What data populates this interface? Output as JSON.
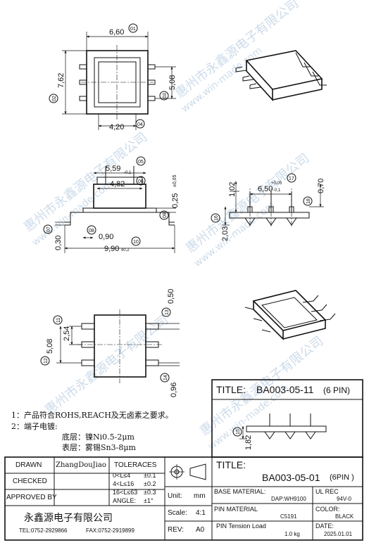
{
  "watermark": {
    "cn": "惠州市永鑫源电子有限公司",
    "url": "www.win-made.com"
  },
  "view_top": {
    "dim_width": "6,60",
    "callout_width": "01",
    "dim_height": "7,62",
    "callout_height": "02",
    "dim_inner": "5,08",
    "callout_inner": "03",
    "dim_bottom": "4,20",
    "callout_bottom": "04"
  },
  "view_side": {
    "dim_a": "5,59",
    "dim_a_tol": "-0,1",
    "callout_a": "05",
    "dim_b": "4,82",
    "callout_b": "06",
    "dim_thick": "0,25",
    "dim_thick_tol": "±0,05",
    "callout_thick": "09",
    "dim_foot": "0,30",
    "callout_foot": "07",
    "dim_lead": "0,90",
    "callout_lead": "08",
    "dim_total": "9,90",
    "dim_total_tol": "±0,2",
    "callout_total": "10"
  },
  "view_end": {
    "dim_top": "1,02",
    "dim_pitch": "6,50",
    "dim_pitch_tol_plus": "+0,05",
    "dim_pitch_tol_minus": "-0,1",
    "callout_pitch": "17",
    "dim_right": "0,70",
    "callout_right": "18",
    "dim_height": "2,03",
    "callout_height": "16"
  },
  "view_bottom": {
    "dim_pin": "0,50",
    "callout_pin": "13",
    "dim_pitch": "2,54",
    "callout_pitch": "11",
    "dim_span": "5,08",
    "callout_span": "12",
    "dim_lead": "0,96",
    "callout_lead": "14"
  },
  "notes": [
    "1：产品符合ROHS,REACH及无卤素之要求。",
    "2：端子电镀:",
    "底层：镍Ni0.5-2μm",
    "表层：雾锡Sn3-8μm"
  ],
  "variant_box": {
    "title_label": "TITLE:",
    "title_value": "BA003-05-11",
    "pins": "(6 PIN)",
    "dim_height": "1,82",
    "callout_height": "15"
  },
  "title_block": {
    "drawn_label": "DRAWN",
    "drawn_value": "ZhangDouJiao",
    "checked_label": "CHECKED",
    "approved_label": "APPROVED BY",
    "tolerances_label": "TOLERACES",
    "tolerances": [
      {
        "range": "0<L≤4",
        "value": "±0.1"
      },
      {
        "range": "4<L≤16",
        "value": "±0.2"
      },
      {
        "range": "16<L≤63",
        "value": "±0.3"
      },
      {
        "range": "ANGLE:",
        "value": "±1°"
      }
    ],
    "unit_label": "Unit:",
    "unit_value": "mm",
    "scale_label": "Scale:",
    "scale_value": "4:1",
    "rev_label": "REV:",
    "rev_value": "A0",
    "title_label": "TITLE:",
    "title_value": "BA003-05-01",
    "title_pins": "(6PIN )",
    "base_material_label": "BASE MATERIAL:",
    "base_material_value": "DAP:WH9100",
    "ul_rec_label": "UL REC",
    "ul_rec_value": "94V-0",
    "pin_material_label": "PIN MATERIAL",
    "pin_material_value": "C5191",
    "color_label": "COLOR:",
    "color_value": "BLACK",
    "pin_tension_label": "PIN Tension Load",
    "pin_tension_value": "1.0 kg",
    "date_label": "DATE:",
    "date_value": "2025.01.01",
    "company": "永鑫源电子有限公司",
    "tel": "TEL:0752-2929866",
    "fax": "FAX:0752-2919899"
  }
}
